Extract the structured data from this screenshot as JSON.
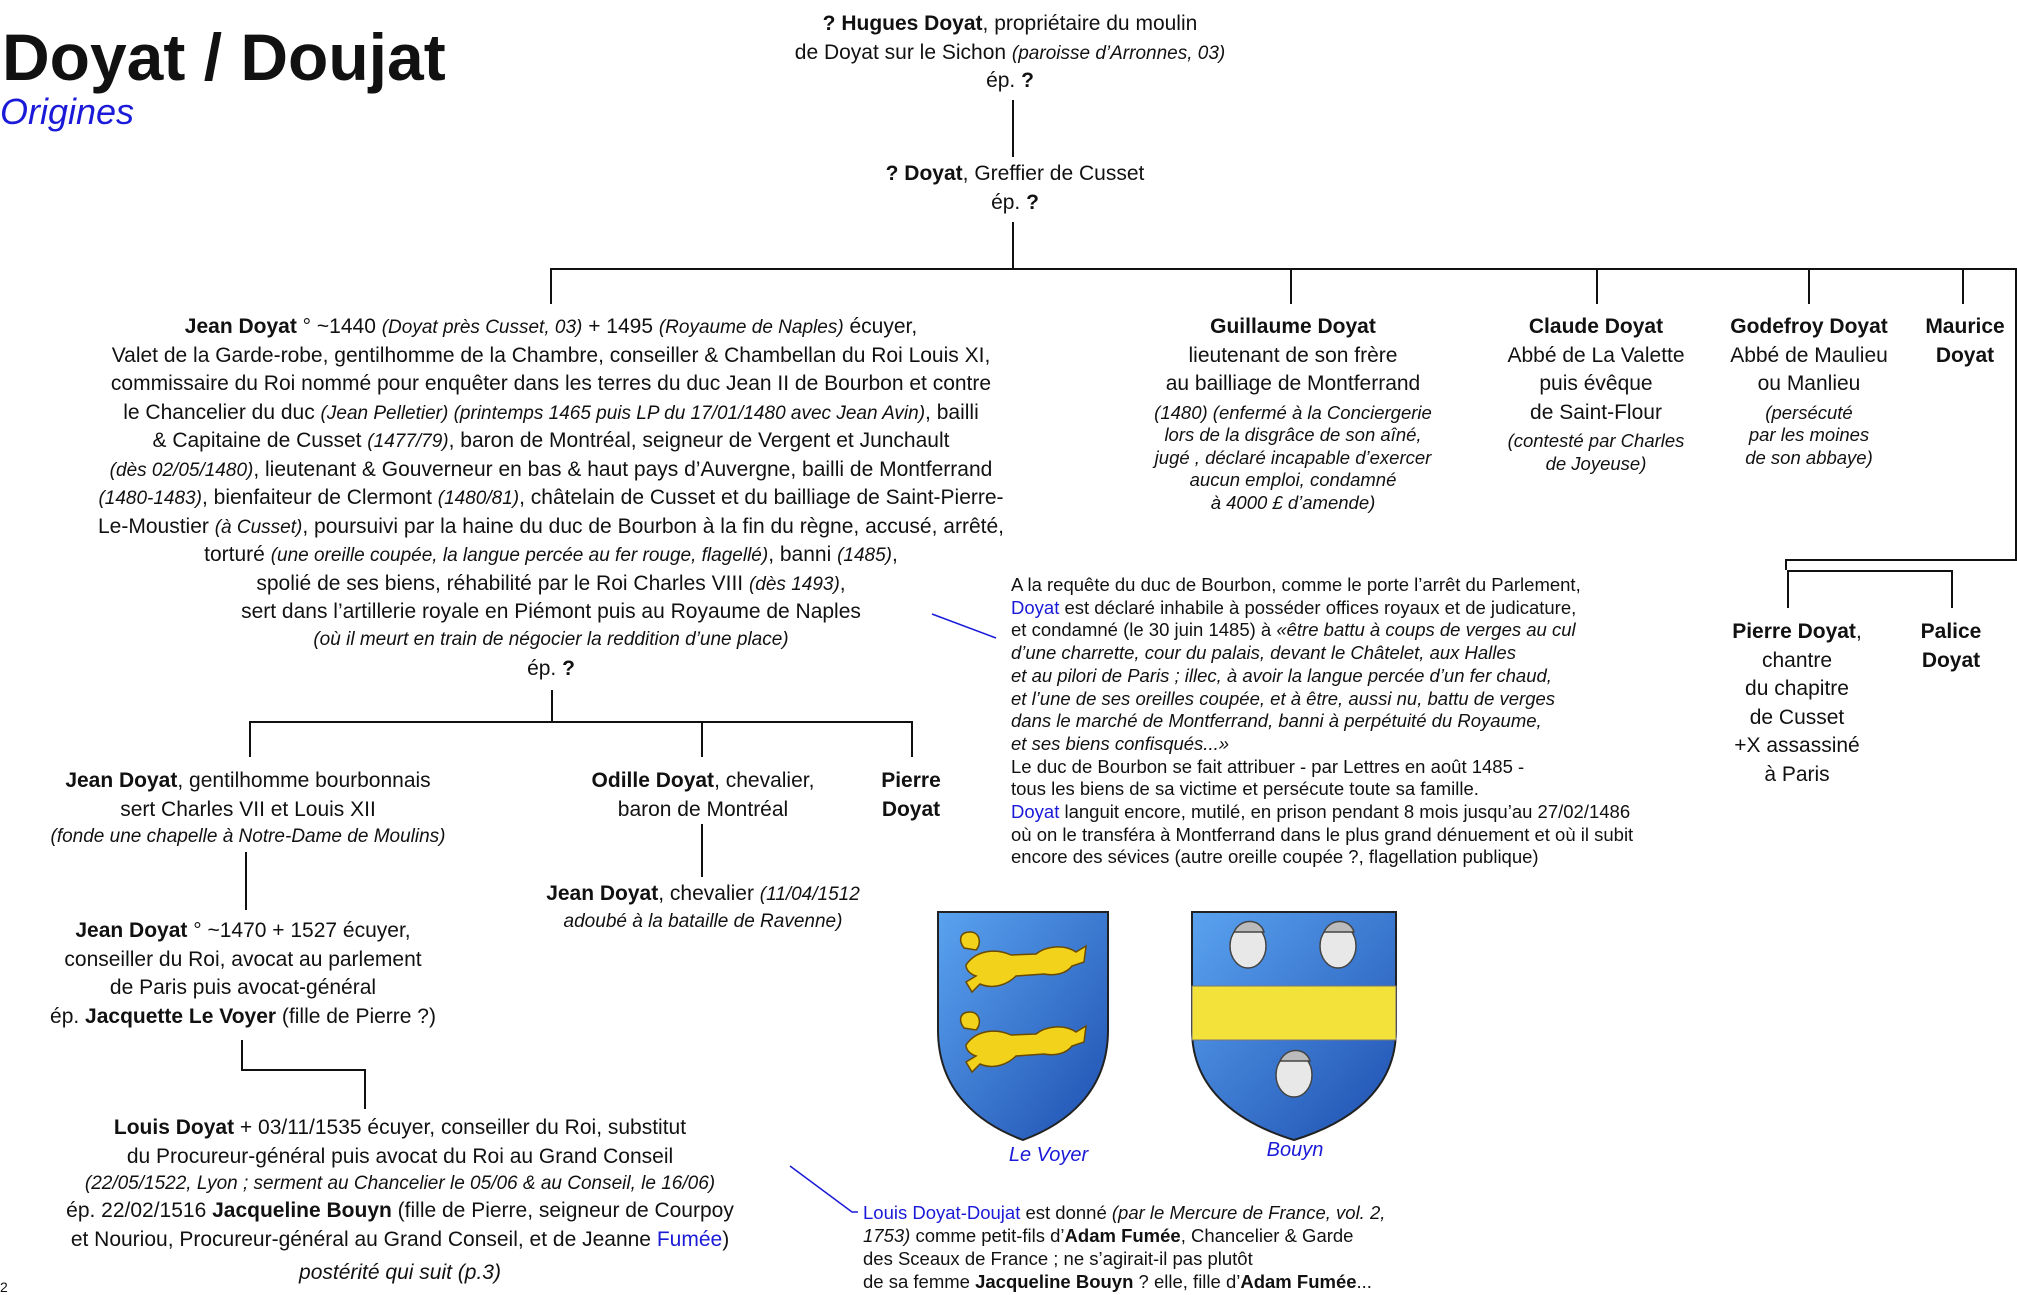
{
  "header": {
    "title": "Doyat / Doujat",
    "subtitle": "Origines"
  },
  "persons": {
    "hugues": {
      "l1_name": "? Hugues Doyat",
      "l1_rest": ", propriétaire du moulin",
      "l2": "de Doyat sur le Sichon",
      "l2_it": "(paroisse d’Arronnes, 03)",
      "l3": "ép.",
      "l3_b": "?"
    },
    "greffier": {
      "l1_name": "? Doyat",
      "l1_rest": ", Greffier de Cusset",
      "l2": "ép.",
      "l2_b": "?"
    },
    "jean1440": {
      "l1_name": "Jean Doyat",
      "l1_a": " ° ~1440 ",
      "l1_it1": "(Doyat près Cusset, 03)",
      "l1_b": " + 1495 ",
      "l1_it2": "(Royaume de Naples)",
      "l1_c": " écuyer,",
      "l2": "Valet de la Garde-robe, gentilhomme de la Chambre, conseiller & Chambellan du Roi Louis XI,",
      "l3": "commissaire du Roi nommé pour enquêter dans les terres du duc Jean II de Bourbon et contre",
      "l4_a": "le Chancelier du duc ",
      "l4_it": "(Jean Pelletier) (printemps 1465 puis LP du 17/01/1480 avec Jean Avin)",
      "l4_b": ", bailli",
      "l5_a": "& Capitaine de Cusset ",
      "l5_it": "(1477/79)",
      "l5_b": ", baron de Montréal, seigneur de Vergent et Junchault",
      "l6_it": "(dès 02/05/1480)",
      "l6_b": ", lieutenant & Gouverneur en bas & haut pays d’Auvergne, bailli de Montferrand",
      "l7_it1": "(1480-1483)",
      "l7_a": ", bienfaiteur de Clermont ",
      "l7_it2": "(1480/81)",
      "l7_b": ", châtelain de Cusset et du bailliage de Saint-Pierre-",
      "l8_a": "Le-Moustier ",
      "l8_it": "(à Cusset)",
      "l8_b": ",  poursuivi par la haine du duc de Bourbon à la fin du règne, accusé, arrêté,",
      "l9_a": "torturé ",
      "l9_it1": "(une oreille coupée, la langue percée au fer rouge, flagellé)",
      "l9_b": ", banni ",
      "l9_it2": "(1485)",
      "l9_c": ",",
      "l10_a": "spolié de ses biens, réhabilité par le Roi Charles VIII ",
      "l10_it": "(dès 1493)",
      "l10_b": ",",
      "l11": "sert dans l’artillerie royale en Piémont puis au Royaume de Naples",
      "l12_it": "(où il meurt en train de négocier la reddition d’une place)",
      "l13": "ép.",
      "l13_b": "?"
    },
    "guillaume": {
      "name": "Guillaume Doyat",
      "l2": "lieutenant de son frère",
      "l3": "au bailliage de Montferrand",
      "l4": "(1480) (enfermé à la Conciergerie",
      "l5": "lors de la disgrâce de son aîné,",
      "l6": "jugé , déclaré incapable d’exercer",
      "l7": "aucun emploi, condamné",
      "l8": "à 4000 £ d’amende)"
    },
    "claude": {
      "name": "Claude Doyat",
      "l2": "Abbé de La Valette",
      "l3": "puis évêque",
      "l4": "de Saint-Flour",
      "l5": "(contesté par Charles",
      "l6": "de Joyeuse)"
    },
    "godefroy": {
      "name": "Godefroy Doyat",
      "l2": "Abbé de Maulieu",
      "l3": "ou Manlieu",
      "l4": "(persécuté",
      "l5": "par les moines",
      "l6": "de son abbaye)"
    },
    "maurice": {
      "l1": "Maurice",
      "l2": "Doyat"
    },
    "pierre_chantre": {
      "name": "Pierre Doyat",
      "name_rest": ",",
      "l2": "chantre",
      "l3": "du chapitre",
      "l4": "de Cusset",
      "l5": "+X assassiné",
      "l6": "à Paris"
    },
    "palice": {
      "l1": "Palice",
      "l2": "Doyat"
    },
    "jean_gentil": {
      "name": "Jean Doyat",
      "name_rest": ", gentilhomme bourbonnais",
      "l2": "sert Charles VII et Louis XII",
      "l3_it": "(fonde une chapelle à Notre-Dame de Moulins)"
    },
    "odille": {
      "name": "Odille Doyat",
      "name_rest": ", chevalier,",
      "l2": "baron de Montréal"
    },
    "pierre2": {
      "l1": "Pierre",
      "l2": "Doyat"
    },
    "jean_chev": {
      "name": "Jean Doyat",
      "name_rest": ", chevalier ",
      "l1_it": "(11/04/1512",
      "l2_it": "adoubé à la bataille de Ravenne)"
    },
    "jean1470": {
      "name": "Jean Doyat",
      "name_rest": " ° ~1470 + 1527 écuyer,",
      "l2": "conseiller du Roi, avocat au parlement",
      "l3": "de Paris puis avocat-général",
      "l4_a": "ép. ",
      "l4_b": "Jacquette Le Voyer",
      "l4_c": " (fille de Pierre ?)"
    },
    "louis": {
      "name": "Louis Doyat",
      "name_rest": " + 03/11/1535 écuyer, conseiller du Roi, substitut",
      "l2": "du Procureur-général puis avocat du Roi au Grand Conseil",
      "l3_it": "(22/05/1522, Lyon ; serment au Chancelier le 05/06 & au Conseil, le 16/06)",
      "l4_a": "ép. 22/02/1516 ",
      "l4_b": "Jacqueline Bouyn",
      "l4_c": " (fille de Pierre, seigneur de Courpoy",
      "l5_a": "et Nouriou, Procureur-général au Grand Conseil, et de Jeanne ",
      "l5_blue": "Fumée",
      "l5_b": ")",
      "l6_it": "postérité qui suit (p.3)"
    }
  },
  "notes": {
    "parlement": {
      "l1": "A la requête du duc de Bourbon, comme le porte l’arrêt du Parlement,",
      "l2_blue": "Doyat",
      "l2": " est déclaré inhabile à posséder offices royaux et de judicature,",
      "l3": "et condamné (le 30 juin 1485) à ",
      "l3_it": "«être battu à coups de verges au cul",
      "l4_it": "d’une charrette, cour du palais, devant le Châtelet, aux Halles",
      "l5_it": "et au pilori de Paris ; illec, à avoir la langue percée d’un fer chaud,",
      "l6_it": "et l’une de ses oreilles coupée, et à être, aussi nu, battu de verges",
      "l7_it": "dans le marché de Montferrand, banni à perpétuité du Royaume,",
      "l8_it": "et ses biens confisqués...»",
      "l9": "Le duc de Bourbon se fait attribuer - par Lettres en août 1485 -",
      "l10": "tous les biens de sa victime et persécute toute sa famille.",
      "l11_blue": "Doyat",
      "l11": " languit encore, mutilé, en prison pendant 8 mois jusqu’au 27/02/1486",
      "l12": "où on le transféra à Montferrand dans le plus grand dénuement et où il subit",
      "l13": "encore des sévices (autre oreille coupée ?, flagellation publique)"
    },
    "mercure": {
      "l1_blue": "Louis Doyat-Doujat",
      "l1": " est donné ",
      "l1_it": "(par le Mercure de France, vol. 2,",
      "l2_it": "1753)",
      "l2": " comme petit-fils d’",
      "l2_b": "Adam Fumée",
      "l2_c": ", Chancelier & Garde",
      "l3": "des Sceaux de France ; ne s’agirait-il pas plutôt",
      "l4": "de sa femme ",
      "l4_b": "Jacqueline Bouyn",
      "l4_c": " ? elle, fille d’",
      "l4_d": "Adam Fumée",
      "l4_e": "..."
    }
  },
  "arms": {
    "voyer_label": "Le Voyer",
    "bouyn_label": "Bouyn"
  },
  "colors": {
    "accent_blue": "#1a1ad8",
    "shield_blue": "#2e6fd0",
    "gold": "#f2e23a"
  },
  "footer": {
    "page_mark": "2"
  }
}
